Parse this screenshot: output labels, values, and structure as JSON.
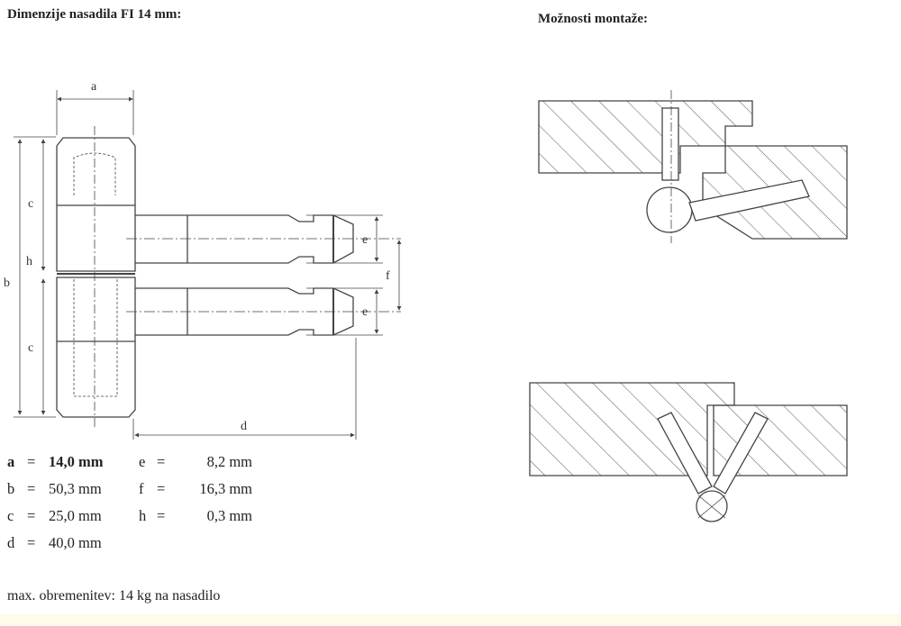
{
  "left_title": "Dimenzije nasadila FI 14 mm:",
  "right_title": "Možnosti montaže:",
  "dim_labels": {
    "a": "a",
    "b": "b",
    "c": "c",
    "d": "d",
    "e": "e",
    "f": "f",
    "h": "h"
  },
  "specs": [
    {
      "key": "a",
      "eq": "=",
      "value": "14,0 mm",
      "key2": "e",
      "eq2": "=",
      "value2": "8,2 mm"
    },
    {
      "key": "b",
      "eq": "=",
      "value": "50,3 mm",
      "key2": "f",
      "eq2": "=",
      "value2": "16,3 mm"
    },
    {
      "key": "c",
      "eq": "=",
      "value": "25,0 mm",
      "key2": "h",
      "eq2": "=",
      "value2": "0,3 mm"
    },
    {
      "key": "d",
      "eq": "=",
      "value": "40,0 mm"
    }
  ],
  "max_load": "max. obremenitev: 14 kg na nasadilo"
}
